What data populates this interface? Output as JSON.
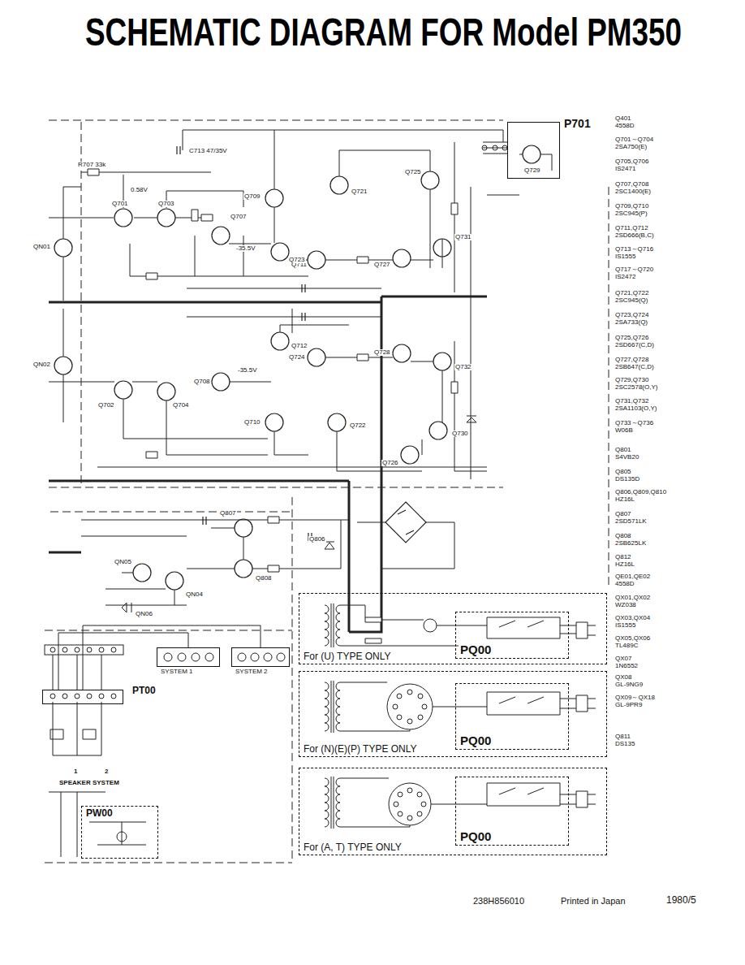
{
  "diagram": {
    "title": "SCHEMATIC DIAGRAM FOR Model PM350",
    "nodes": [
      {
        "text": [
          "P701"
        ]
      },
      {
        "text": [
          "For (U) TYPE ONLY"
        ]
      },
      {
        "text": [
          "PQ00"
        ],
        "in": 1
      },
      {
        "text": [
          "For (N)(E)(P) TYPE ONLY"
        ]
      },
      {
        "text": [
          "PQ00"
        ],
        "in": 3
      },
      {
        "text": [
          "For (A, T) TYPE ONLY"
        ]
      },
      {
        "text": [
          "PQ00"
        ],
        "in": 5
      },
      {
        "text": [
          "SYSTEM 1"
        ]
      },
      {
        "text": [
          "SYSTEM 2"
        ]
      },
      {
        "text": [
          "PT00"
        ]
      },
      {
        "text": [
          "PW00"
        ]
      }
    ],
    "edges": [
      {
        "from": 9,
        "to": 7,
        "arrow": "none"
      },
      {
        "from": 9,
        "to": 8,
        "arrow": "none"
      }
    ],
    "labels": [
      "Q401",
      "4558D",
      "Q701～Q704",
      "2SA750(E)",
      "Q705,Q706",
      "IS2471",
      "Q707,Q708",
      "2SC1400(E)",
      "Q709,Q710",
      "2SC945(P)",
      "Q711,Q712",
      "2SD666(B,C)",
      "Q713～Q716",
      "IS1555",
      "Q717～Q720",
      "IS2472",
      "Q721,Q722",
      "2SC945(Q)",
      "Q723,Q724",
      "2SA733(Q)",
      "Q725,Q726",
      "2SD667(C,D)",
      "Q727,Q728",
      "2SB647(C,D)",
      "Q729,Q730",
      "2SC2578(O,Y)",
      "Q731,Q732",
      "2SA1103(O,Y)",
      "Q733～Q736",
      "W06B",
      "Q801",
      "S4VB20",
      "Q805",
      "DS135D",
      "Q806,Q809,Q810",
      "HZ16L",
      "Q807",
      "2SD571LK",
      "Q808",
      "2SB625LK",
      "Q812",
      "HZ16L",
      "QE01,QE02",
      "4558D",
      "QX01,QX02",
      "WZ038",
      "QX03,QX04",
      "IS1555",
      "QX05,QX06",
      "TL489C",
      "QX07",
      "1N6552",
      "QX08",
      "GL-9NG9",
      "QX09～QX18",
      "GL-9PR9",
      "Q811",
      "DS135",
      "Q701",
      "Q703",
      "Q707",
      "Q709",
      "Q711",
      "Q721",
      "Q723",
      "Q725",
      "Q727",
      "Q729",
      "Q731",
      "QN01",
      "QN02",
      "Q702",
      "Q704",
      "Q708",
      "Q712",
      "Q710",
      "Q722",
      "Q724",
      "Q726",
      "Q728",
      "Q730",
      "Q732",
      "Q807",
      "Q806",
      "Q808",
      "QN05",
      "QN04",
      "QN06",
      "R707 33k",
      "C713 47/35V",
      "-35.5V",
      "-35.5V",
      "0.58V",
      "SPEAKER SYSTEM",
      "1",
      "2",
      "238H856010",
      "Printed in Japan",
      "1980/5"
    ]
  }
}
